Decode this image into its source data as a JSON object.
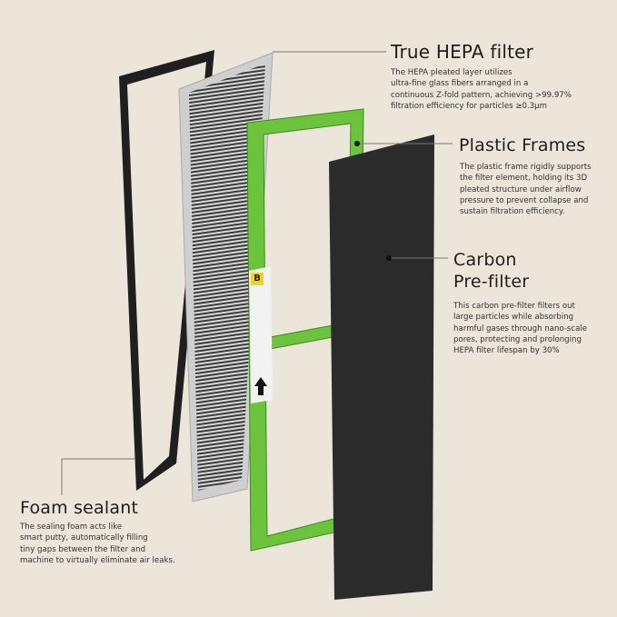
{
  "callouts": {
    "hepa": {
      "title": "True HEPA filter",
      "body": [
        "The HEPA pleated layer utilizes",
        "ultra-fine glass fibers arranged in a",
        "continuous Z-fold pattern, achieving >99.97%",
        "filtration efficiency for particles ≥0.3μm"
      ]
    },
    "frames": {
      "title": "Plastic Frames",
      "body": [
        "The plastic frame rigidly supports",
        "the filter element, holding its 3D",
        "pleated structure under airflow",
        "pressure to prevent collapse and",
        "sustain filtration efficiency."
      ]
    },
    "carbon": {
      "title": [
        "Carbon",
        "Pre-filter"
      ],
      "body": [
        "This carbon pre-filter filters out",
        "large particles while absorbing",
        "harmful gases through nano-scale",
        "pores, protecting and prolonging",
        "HEPA filter lifespan by 30%"
      ]
    },
    "foam": {
      "title": "Foam sealant",
      "body": [
        "The sealing foam acts like",
        "smart putty, automatically filling",
        "tiny gaps between the filter and",
        "machine to virtually eliminate air leaks."
      ]
    }
  },
  "colors": {
    "background": "#ebe5da",
    "frame_green": "#6cc43c",
    "carbon": "#2a2a2a",
    "foam": "#222222"
  },
  "label_badge": "B"
}
